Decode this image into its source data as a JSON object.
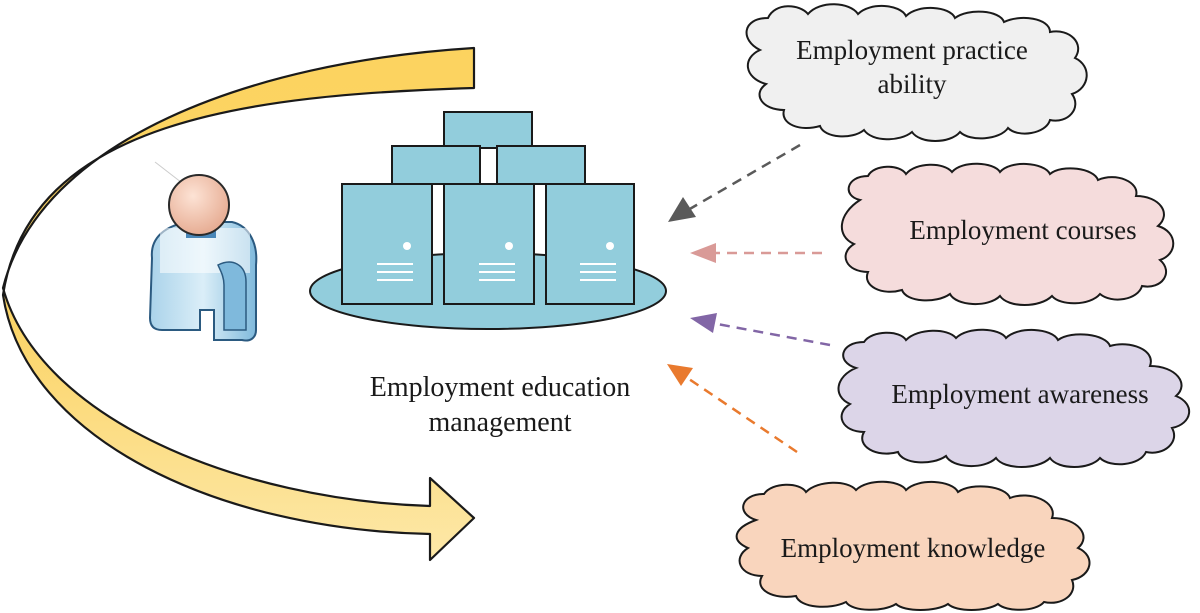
{
  "center": {
    "line1": "Employment education",
    "line2": "management"
  },
  "clouds": [
    {
      "id": "practice",
      "line1": "Employment practice",
      "line2": "ability",
      "fill": "#f0f0f0",
      "arrow": "#5a5a5a"
    },
    {
      "id": "courses",
      "line1": "Employment courses",
      "line2": "",
      "fill": "#f5dcdc",
      "arrow": "#d99a97"
    },
    {
      "id": "awareness",
      "line1": "Employment awareness",
      "line2": "",
      "fill": "#dcd5e8",
      "arrow": "#8266a6"
    },
    {
      "id": "knowledge",
      "line1": "Employment knowledge",
      "line2": "",
      "fill": "#f9d5bd",
      "arrow": "#e97a2e"
    }
  ],
  "colors": {
    "server_fill": "#92cddc",
    "server_stroke": "#1a1a1a",
    "platform_fill": "#92cddc",
    "loop_arrow_top": "#fcd35f",
    "loop_arrow_bottom": "#fde6a0"
  },
  "icons": {
    "user": "user-icon",
    "servers": "server-cluster-icon",
    "loop": "loop-arrow-icon"
  }
}
